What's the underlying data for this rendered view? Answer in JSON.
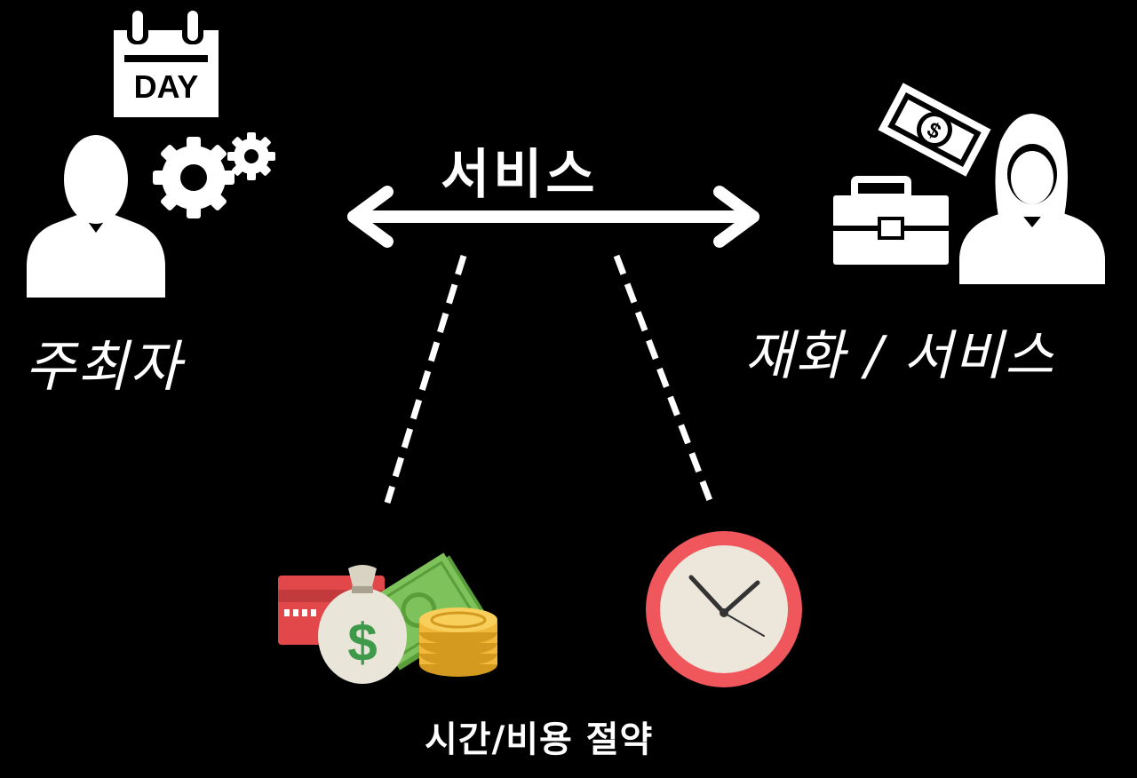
{
  "host": {
    "label": "주최자",
    "calendar_text": "DAY"
  },
  "provider": {
    "label": "재화 / 서비스",
    "bill_symbol": "$"
  },
  "relation": {
    "label": "서비스"
  },
  "benefit": {
    "label": "시간/비용 절약",
    "money_symbol": "$"
  },
  "colors": {
    "background": "#000000",
    "foreground": "#ffffff",
    "card_red": "#e2484a",
    "bill_green": "#7dc25a",
    "bag_beige": "#e9e5d8",
    "coin_gold": "#f0b93a",
    "clock_red": "#f0575c",
    "clock_face": "#ece7da"
  }
}
